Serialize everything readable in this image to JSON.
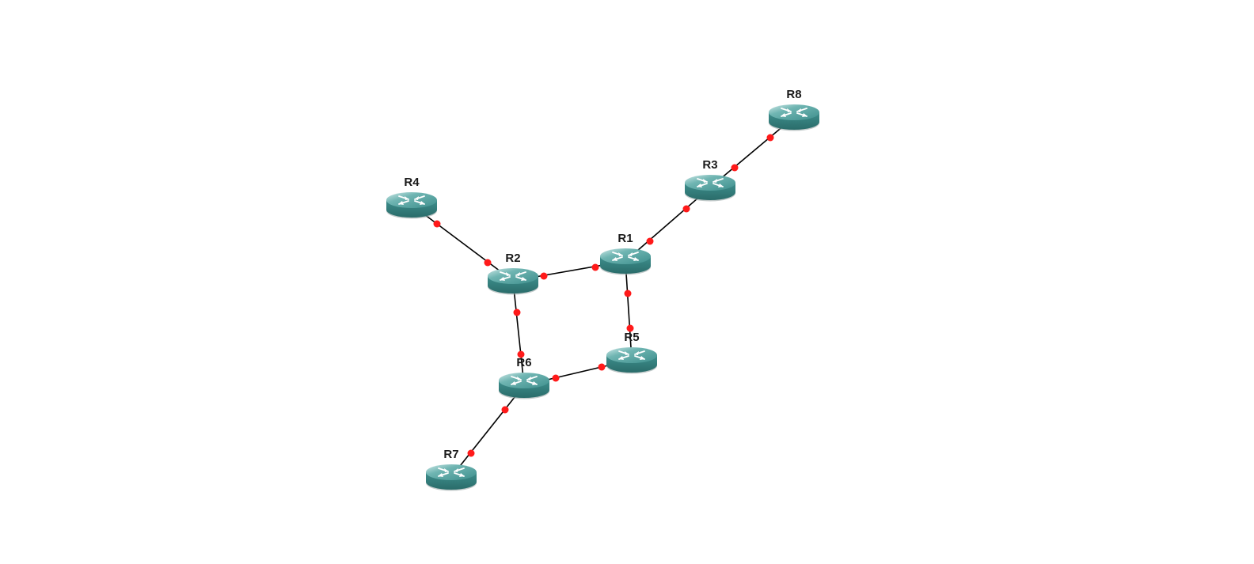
{
  "colors": {
    "background": "#ffffff",
    "link": "#000000",
    "port_dot": "#ff1a1a",
    "router_body": "#3e8f8d",
    "router_side": "#2f7674",
    "router_top": "#5aa8a5",
    "router_highlight": "#d8eeee",
    "router_arrows": "#ffffff"
  },
  "router_icon": "router-icon",
  "routers": [
    {
      "id": "R1",
      "label": "R1"
    },
    {
      "id": "R2",
      "label": "R2"
    },
    {
      "id": "R3",
      "label": "R3"
    },
    {
      "id": "R4",
      "label": "R4"
    },
    {
      "id": "R5",
      "label": "R5"
    },
    {
      "id": "R6",
      "label": "R6"
    },
    {
      "id": "R7",
      "label": "R7"
    },
    {
      "id": "R8",
      "label": "R8"
    }
  ],
  "links": [
    {
      "from": "R4",
      "to": "R2"
    },
    {
      "from": "R2",
      "to": "R1"
    },
    {
      "from": "R1",
      "to": "R3"
    },
    {
      "from": "R3",
      "to": "R8"
    },
    {
      "from": "R1",
      "to": "R5"
    },
    {
      "from": "R2",
      "to": "R6"
    },
    {
      "from": "R6",
      "to": "R5"
    },
    {
      "from": "R6",
      "to": "R7"
    }
  ]
}
